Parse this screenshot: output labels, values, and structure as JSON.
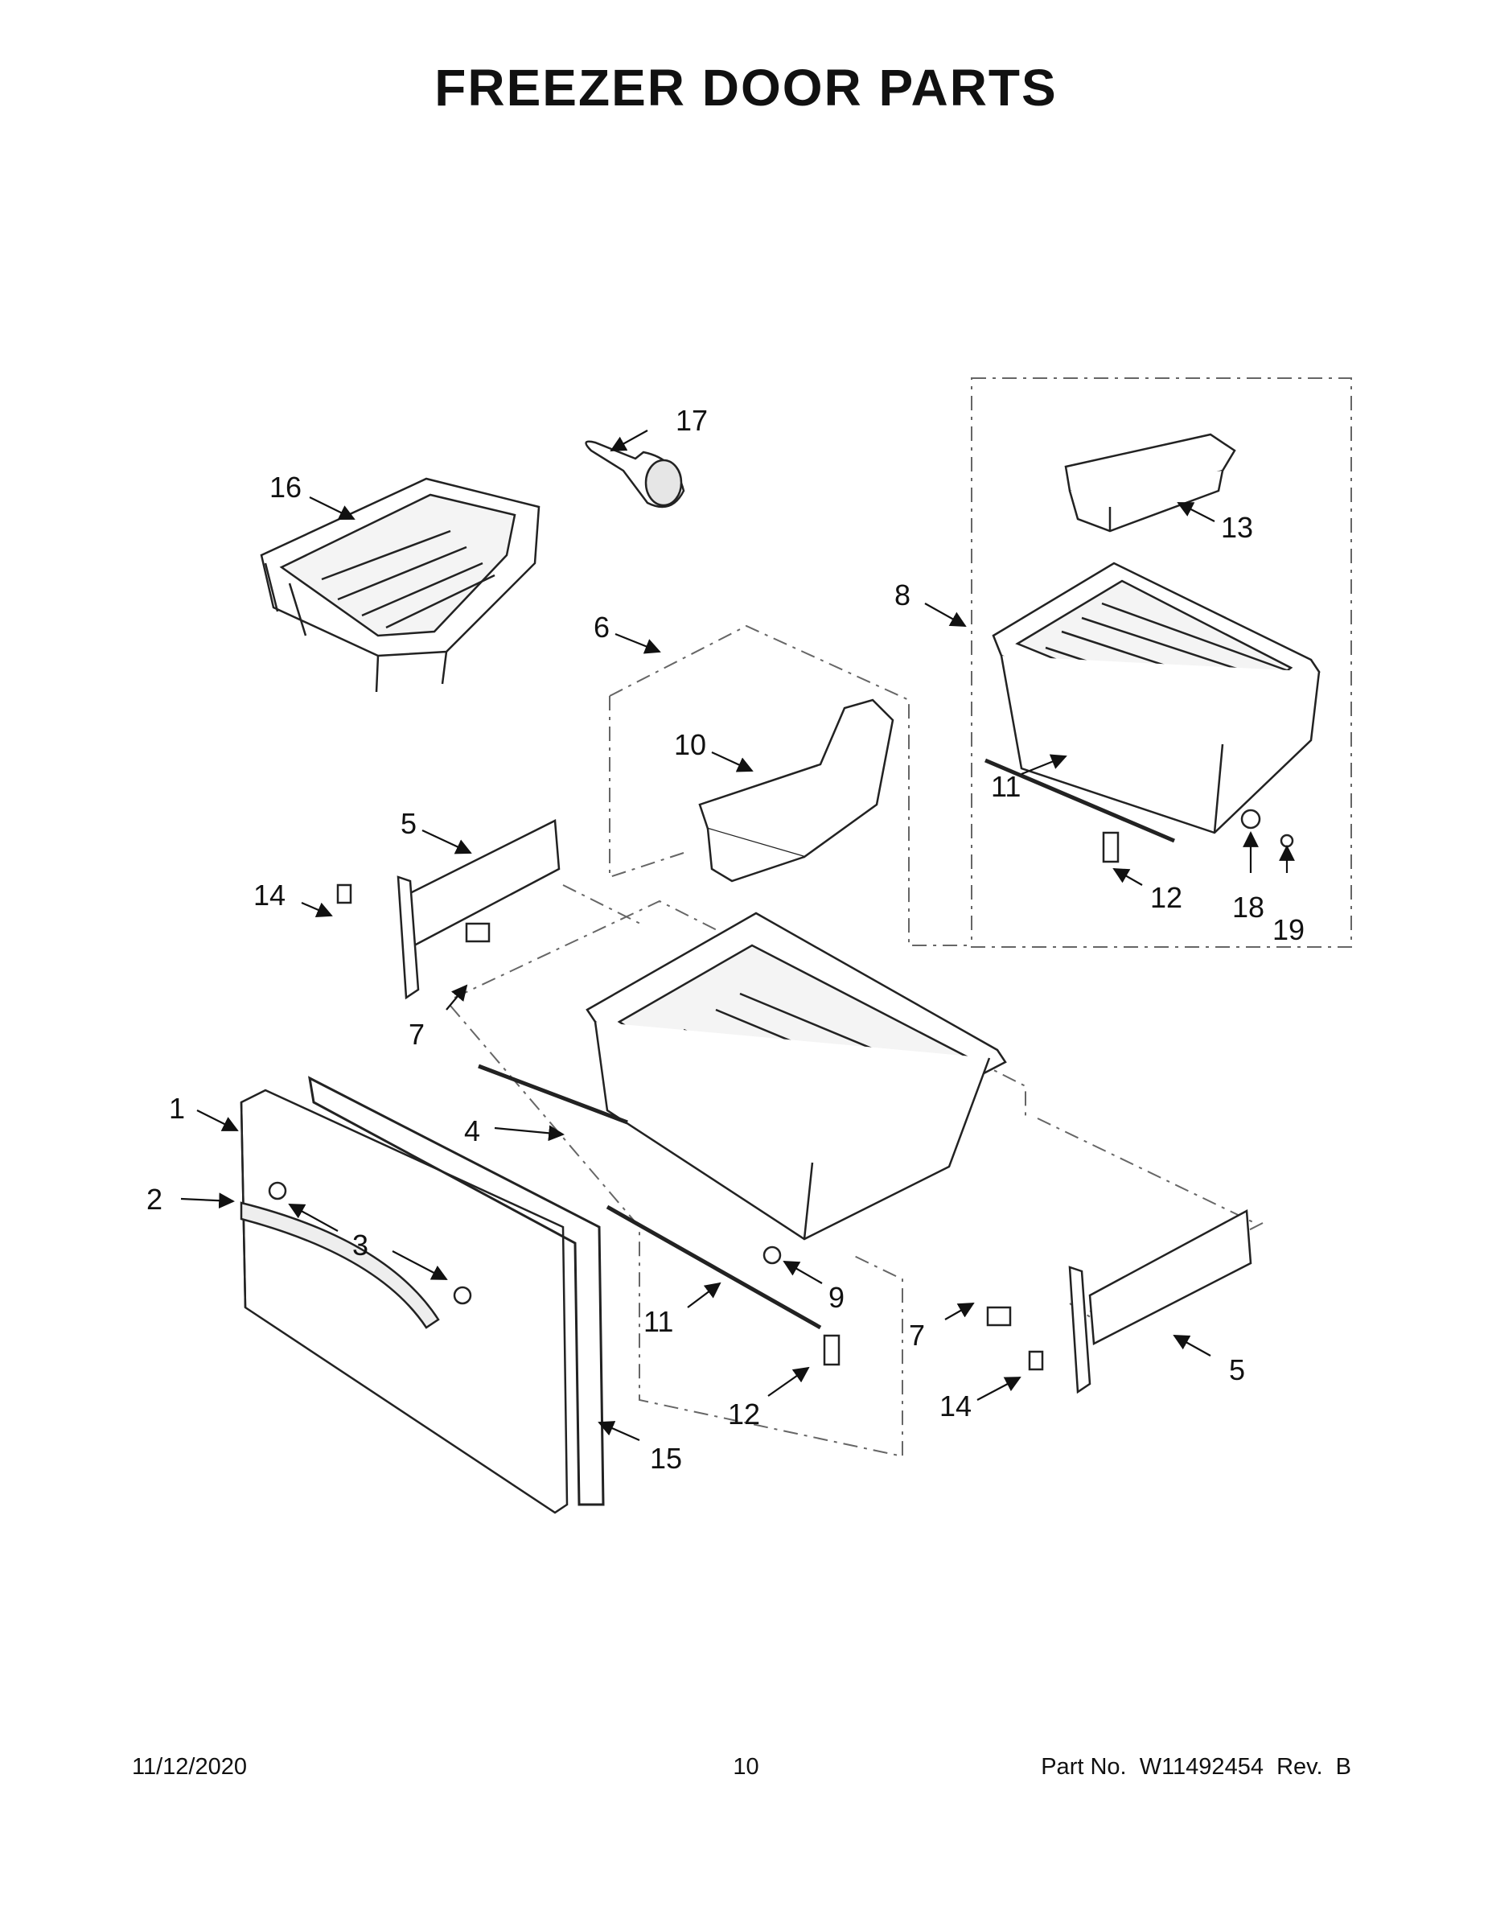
{
  "title": "FREEZER DOOR PARTS",
  "footer": {
    "date": "11/12/2020",
    "page": "10",
    "part": "Part No.  W11492454  Rev.  B"
  },
  "callouts": {
    "c1": "1",
    "c2": "2",
    "c3": "3",
    "c4": "4",
    "c5a": "5",
    "c5b": "5",
    "c6": "6",
    "c7a": "7",
    "c7b": "7",
    "c8": "8",
    "c9": "9",
    "c10": "10",
    "c11a": "11",
    "c11b": "11",
    "c12a": "12",
    "c12b": "12",
    "c13": "13",
    "c14a": "14",
    "c14b": "14",
    "c15": "15",
    "c16": "16",
    "c17": "17",
    "c18": "18",
    "c19": "19"
  }
}
